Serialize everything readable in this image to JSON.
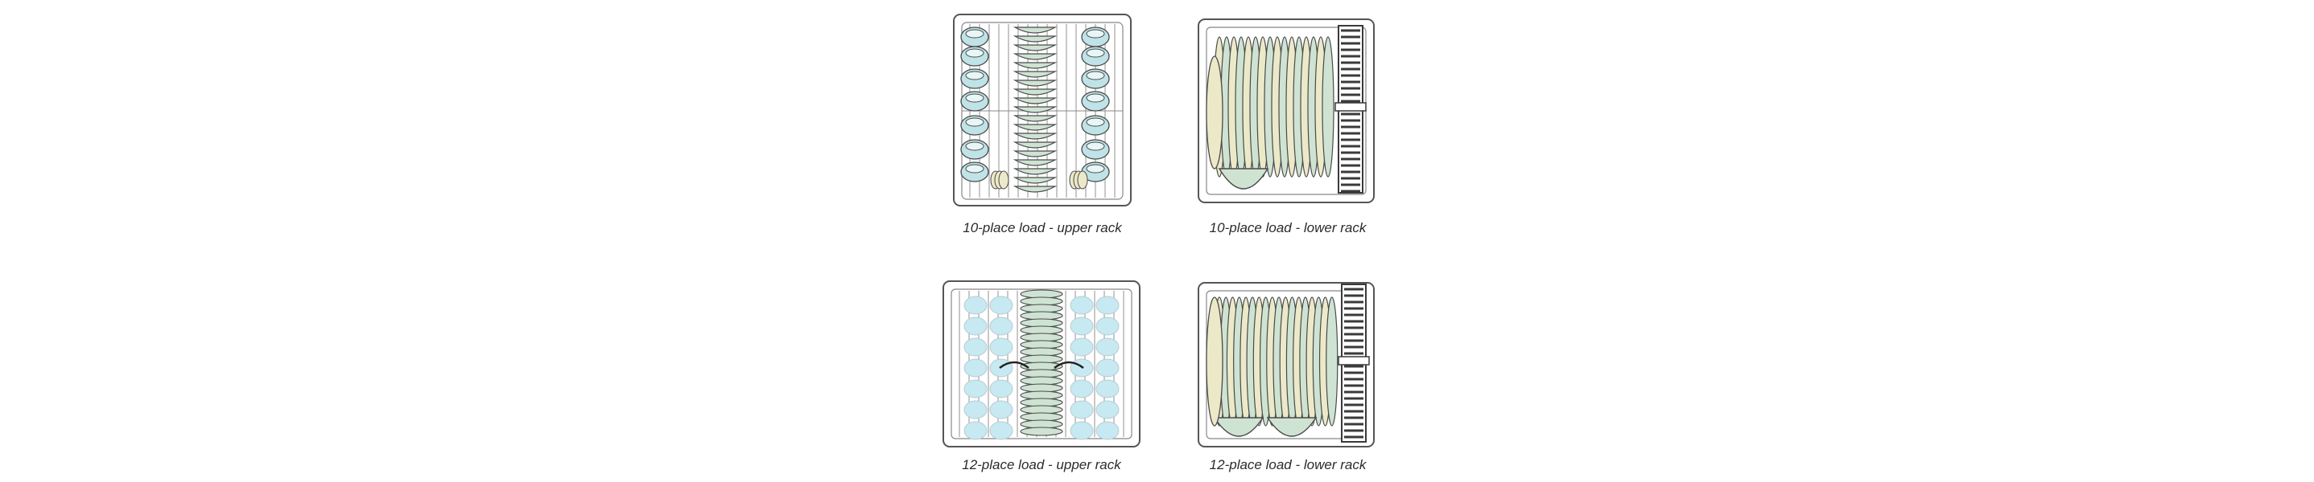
{
  "figures": [
    {
      "caption": "10-place load - upper rack",
      "icon": "upper-rack-illustration"
    },
    {
      "caption": "10-place load - lower rack",
      "icon": "lower-rack-illustration"
    },
    {
      "caption": "12-place load - upper rack",
      "icon": "upper-rack-illustration"
    },
    {
      "caption": "12-place load - lower rack",
      "icon": "lower-rack-illustration"
    }
  ],
  "colors": {
    "line": "#4a4a4a",
    "wire": "#9a9a9a",
    "cup_fill": "#bfe3e6",
    "plate_green": "#cfe3d3",
    "plate_cream": "#ece9c9",
    "basket": "#3a3a3a",
    "ice_blue": "#c6e9f2"
  }
}
